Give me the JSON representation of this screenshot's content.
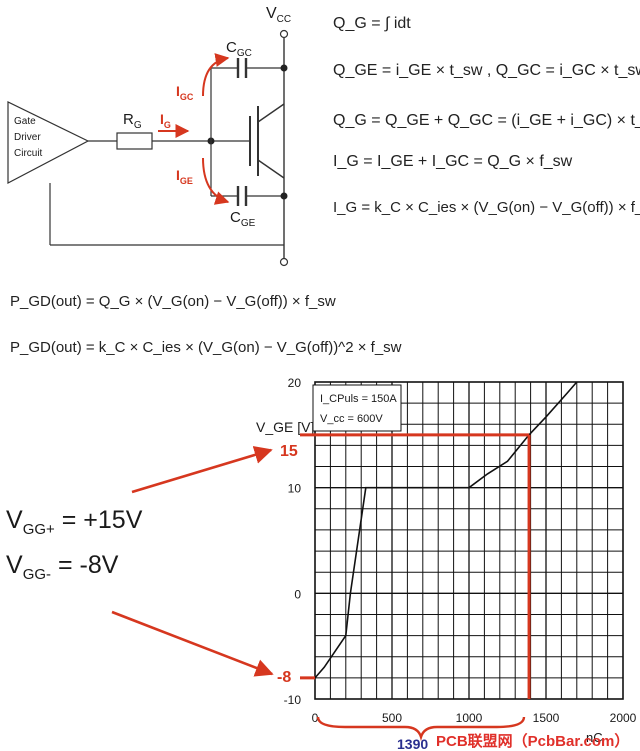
{
  "circuit": {
    "driver_label": [
      "Gate",
      "Driver",
      "Circuit"
    ],
    "rg": "R",
    "rg_sub": "G",
    "ig": "I",
    "ig_sub": "G",
    "igc": "I",
    "igc_sub": "GC",
    "ige": "I",
    "ige_sub": "GE",
    "cgc": "C",
    "cgc_sub": "GC",
    "cge": "C",
    "cge_sub": "GE",
    "vcc": "V",
    "vcc_sub": "CC"
  },
  "equations": [
    "Q_G = ∫ idt",
    "Q_GE = i_GE × t_sw ,  Q_GC = i_GC × t_sw",
    "Q_G = Q_GE + Q_GC = (i_GE + i_GC) × t_sw",
    "I_G = I_GE + I_GC = Q_G × f_sw",
    "I_G = k_C × C_ies × (V_G(on) − V_G(off)) × f_sw"
  ],
  "power_equations": [
    "P_GD(out) = Q_G × (V_G(on) − V_G(off)) × f_sw",
    "P_GD(out) = k_C × C_ies × (V_G(on) − V_G(off))^2 × f_sw"
  ],
  "vgg_labels": {
    "plus": {
      "v": "V",
      "sub": "GG+",
      "value": " = +15V"
    },
    "minus": {
      "v": "V",
      "sub": "GG-",
      "value": " = -8V"
    }
  },
  "chart_data": {
    "type": "line",
    "xlabel": "",
    "ylabel": "V_GE [V]",
    "xlim": [
      0,
      2000
    ],
    "ylim": [
      -10,
      20
    ],
    "x_ticks": [
      0,
      500,
      1000,
      1500,
      2000
    ],
    "y_ticks": [
      -10,
      0,
      10,
      20
    ],
    "x_tick_labels": [
      "0",
      "500",
      "1000",
      "1500",
      "2000"
    ],
    "y_tick_labels": [
      "-10",
      "0",
      "10",
      "20"
    ],
    "grid": true,
    "legend_box": [
      "I_CPuls = 150A",
      "V_cc = 600V"
    ],
    "series": [
      {
        "x": [
          0,
          60,
          200,
          230,
          330,
          480,
          640,
          820,
          1000,
          1120,
          1250,
          1390,
          1500,
          1640,
          1700
        ],
        "y": [
          -8,
          -7,
          -4,
          0,
          10,
          10,
          10,
          10,
          10,
          11.3,
          12.5,
          15,
          16.7,
          19,
          20
        ]
      }
    ],
    "annotations": {
      "vge_high": 15,
      "vge_high_label": "15",
      "vge_low": -8,
      "vge_low_label": "-8",
      "charge_point": 1390,
      "charge_label": "1390",
      "charge_unit_label": "nC"
    }
  },
  "watermark": "PCB联盟网（PcbBar.com）",
  "colors": {
    "accent_red": "#d6371f",
    "dark": "#1a1a1a",
    "blue": "#2a2f8f"
  }
}
